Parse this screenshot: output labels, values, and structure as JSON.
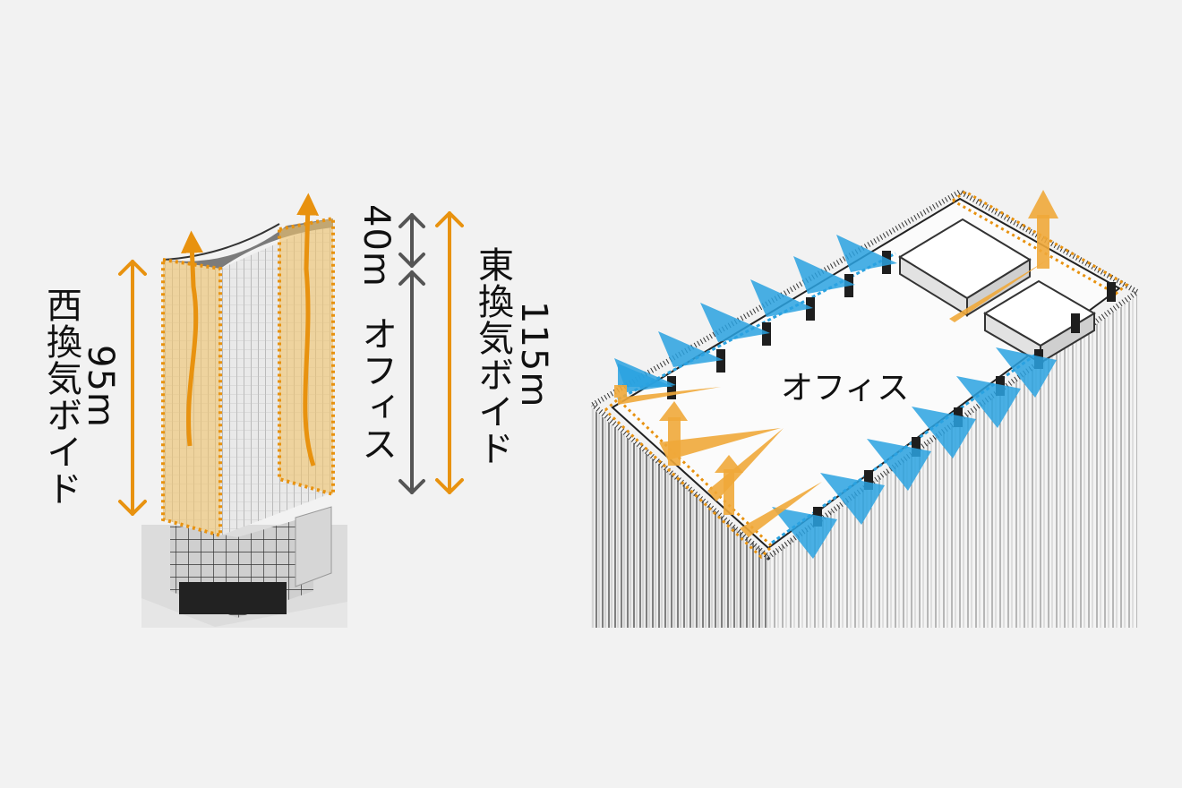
{
  "labels": {
    "west_void_name": "西換気ボイド",
    "west_void_height": "95m",
    "office_name": "オフィス",
    "office_height": "40m",
    "east_void_name": "東換気ボイド",
    "east_void_height": "115m",
    "plate_office": "オフィス"
  },
  "colors": {
    "orange": "#e8920f",
    "orange_fill": "#f2c46d",
    "blue": "#2aa2e0",
    "gray_arrow": "#555555",
    "background": "#f2f2f2"
  }
}
